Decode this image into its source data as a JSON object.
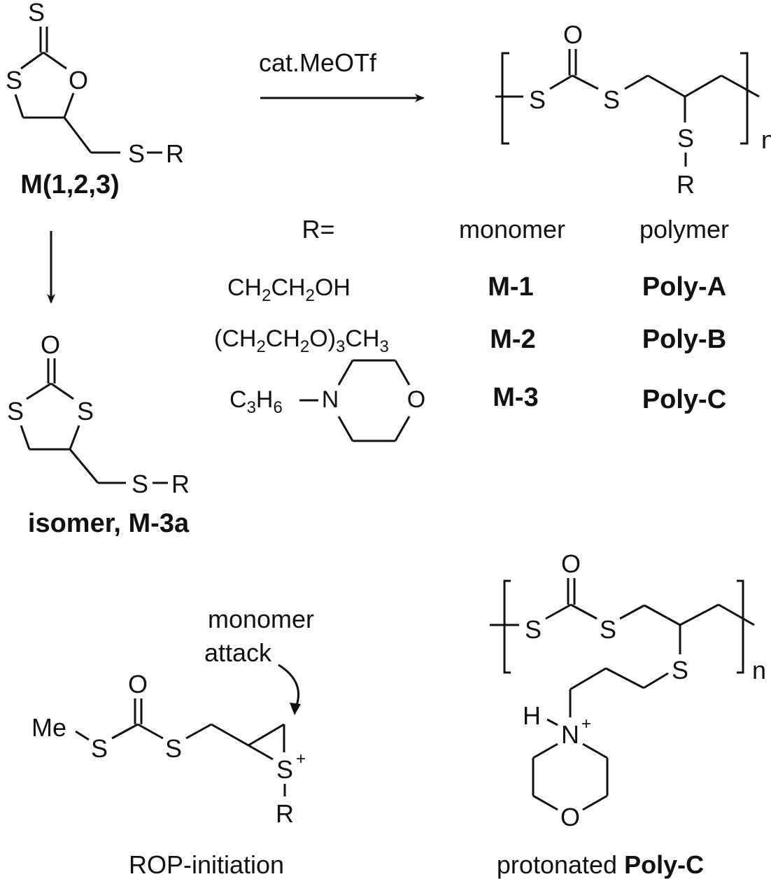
{
  "reaction": {
    "catalyst_label": "cat.MeOTf"
  },
  "monomer_structure": {
    "label": "M(1,2,3)",
    "atoms": {
      "thione_S": "S",
      "ring_S": "S",
      "ring_O": "O",
      "side_S": "S",
      "R": "R"
    }
  },
  "polymer_structure": {
    "atoms": {
      "carbonyl_O": "O",
      "S1": "S",
      "S2": "S",
      "side_S": "S",
      "R": "R"
    },
    "repeat": "n"
  },
  "isomer_structure": {
    "label_prefix": "isomer, ",
    "label_id": "M-3a",
    "atoms": {
      "carbonyl_O": "O",
      "ring_S1": "S",
      "ring_S2": "S",
      "side_S": "S",
      "R": "R"
    }
  },
  "table": {
    "headers": {
      "r": "R=",
      "monomer": "monomer",
      "polymer": "polymer"
    },
    "rows": [
      {
        "r_parts": [
          "CH",
          "2",
          "CH",
          "2",
          "OH"
        ],
        "monomer": "M-1",
        "polymer": "Poly-A"
      },
      {
        "r_parts": [
          "(CH",
          "2",
          "CH",
          "2",
          "O)",
          "3",
          "CH",
          "3"
        ],
        "monomer": "M-2",
        "polymer": "Poly-B"
      },
      {
        "r_parts": [
          "C",
          "3",
          "H",
          "6"
        ],
        "r_ring_atoms": {
          "N": "N",
          "O": "O"
        },
        "monomer": "M-3",
        "polymer": "Poly-C"
      }
    ]
  },
  "initiation_structure": {
    "annotation_line1": "monomer",
    "annotation_line2": "attack",
    "atoms": {
      "Me": "Me",
      "S1": "S",
      "O": "O",
      "S2": "S",
      "S_plus": "S",
      "plus": "+",
      "R": "R"
    },
    "caption": "ROP-initiation"
  },
  "protonated_polymer_structure": {
    "atoms": {
      "carbonyl_O": "O",
      "S1": "S",
      "S2": "S",
      "side_S": "S",
      "H": "H",
      "N": "N",
      "plus": "+",
      "ring_O": "O"
    },
    "repeat": "n",
    "caption_prefix": "protonated ",
    "caption_bold": "Poly-C"
  }
}
